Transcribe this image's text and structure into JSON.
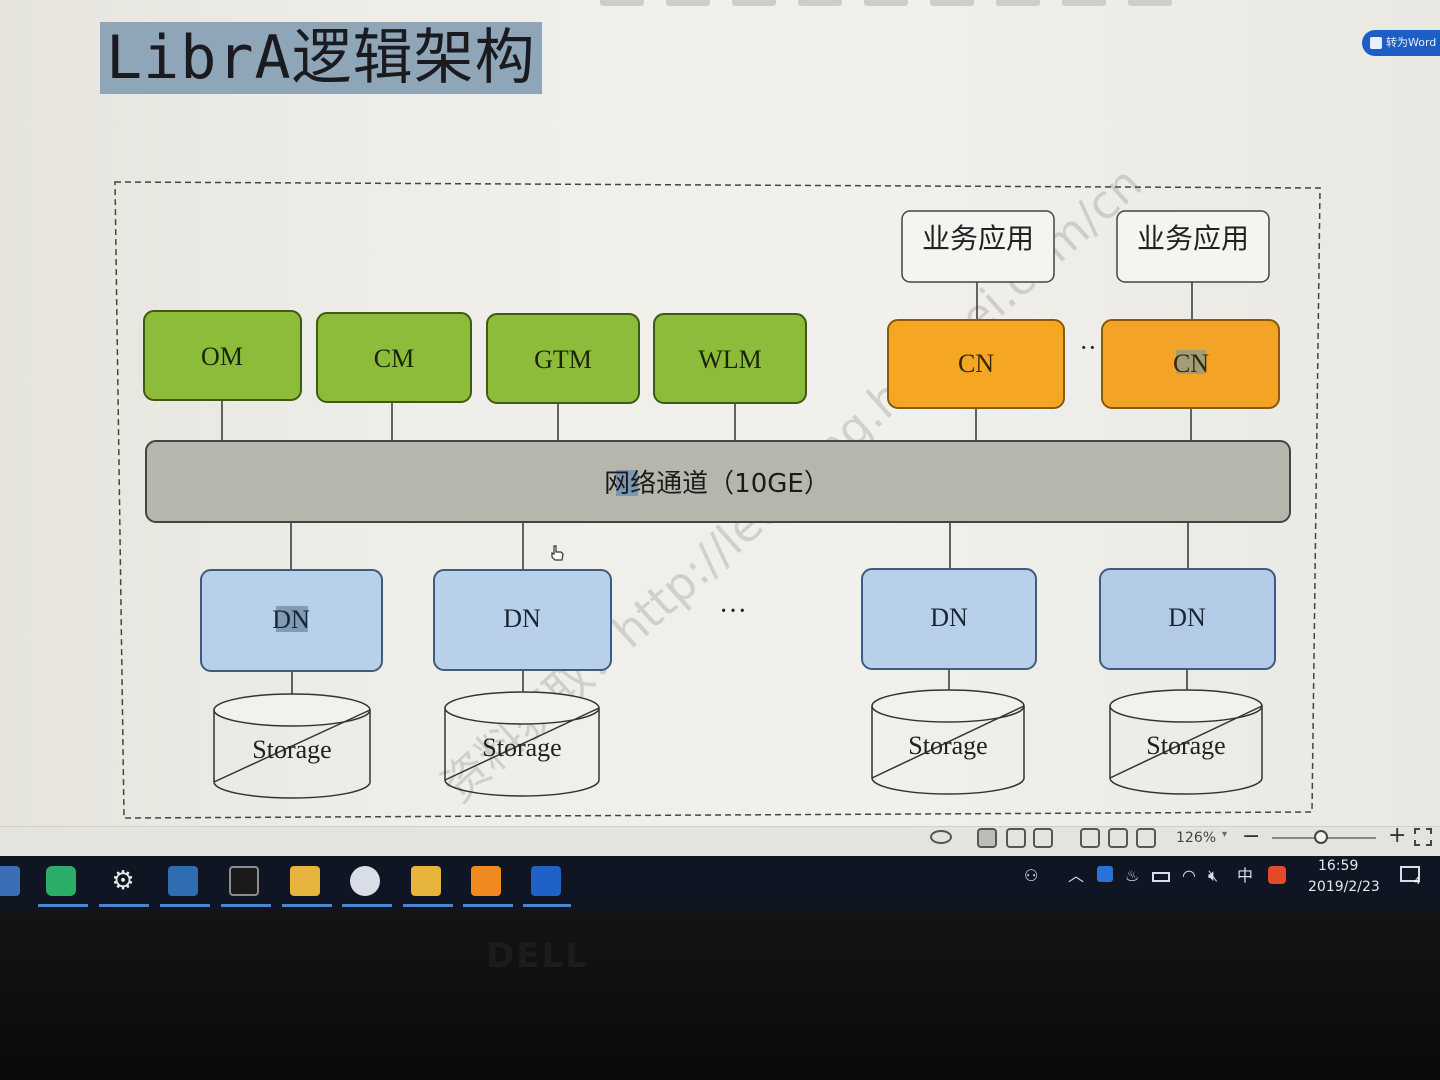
{
  "document": {
    "title": "LibrA逻辑架构",
    "convert_button": "转为Word"
  },
  "diagram": {
    "management_nodes": [
      "OM",
      "CM",
      "GTM",
      "WLM"
    ],
    "business_apps": [
      "业务应用",
      "业务应用"
    ],
    "coordinator_nodes": [
      "CN",
      "CN"
    ],
    "network": "网络通道（10GE）",
    "data_nodes": [
      "DN",
      "DN",
      "DN",
      "DN"
    ],
    "storage": [
      "Storage",
      "Storage",
      "Storage",
      "Storage"
    ],
    "ellipsis_cn": "··",
    "ellipsis_dn": "···"
  },
  "watermark": {
    "text": "资料获取：http://learning.huawei.com/cn"
  },
  "statusbar": {
    "zoom": "126%"
  },
  "taskbar": {
    "input_method": "中",
    "time": "16:59",
    "date": "2019/2/23",
    "notification_count": "4"
  },
  "bezel": {
    "brand": "DELL"
  },
  "colors": {
    "management": "#8dbb3a",
    "coordinator": "#f5a623",
    "data_node": "#b8d0ea",
    "network": "#b7b6ad",
    "title_highlight": "#8fa6b9"
  }
}
